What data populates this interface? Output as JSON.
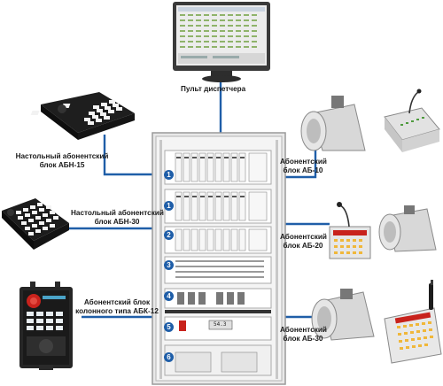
{
  "labels": {
    "dispatcher_console": "Пульт диспетчера",
    "abn15_line1": "Настольный абонентский",
    "abn15_line2": "блок АБН-15",
    "abn30_line1": "Настольный абонентский",
    "abn30_line2": "блок АБН-30",
    "abk12_line1": "Абонентский блок",
    "abk12_line2": "колонного типа АБК-12",
    "ab10_line1": "Абонентский",
    "ab10_line2": "блок АБ-10",
    "ab20_line1": "Абонентский",
    "ab20_line2": "блок АБ-20",
    "ab30_line1": "Абонентский",
    "ab30_line2": "блок АБ-30"
  },
  "rack_modules": [
    "1",
    "1",
    "2",
    "3",
    "4",
    "5",
    "6"
  ],
  "power_display": "54.3",
  "colors": {
    "connector": "#1f5ea8",
    "module_badge": "#1f5ea8",
    "rack_frame": "#e8e8e8",
    "horn_body": "#dcdcdc",
    "alarm_red": "#c8221c"
  }
}
